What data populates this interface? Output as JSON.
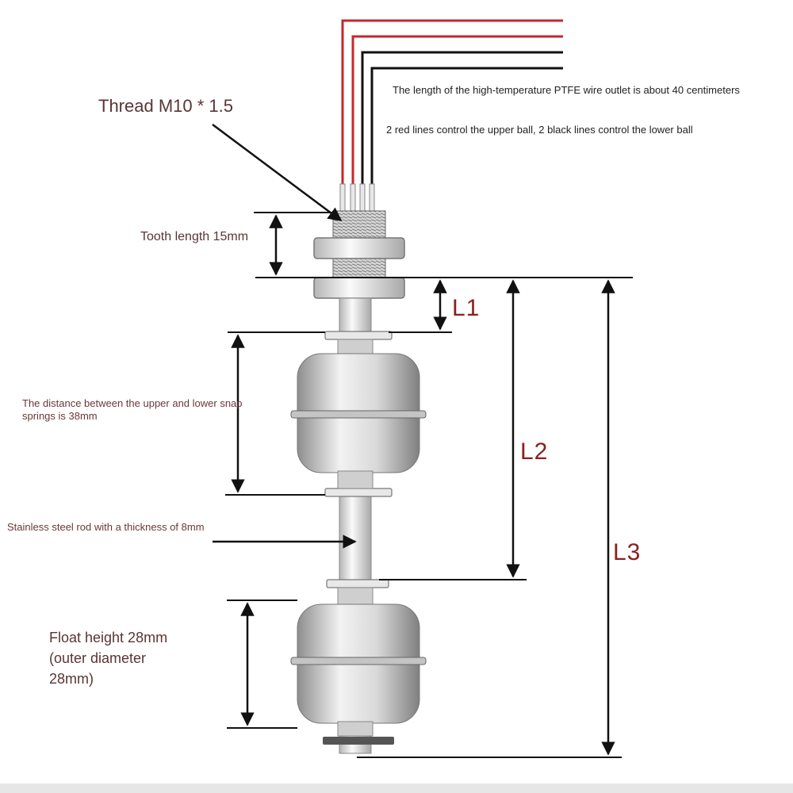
{
  "labels": {
    "thread": "Thread M10 * 1.5",
    "wire_length": "The length of the high-temperature PTFE wire outlet is about 40 centimeters",
    "wire_control": "2 red lines control the upper ball, 2 black lines control the lower ball",
    "tooth_length": "Tooth length 15mm",
    "snap_distance": "The distance between the upper and lower snap springs is 38mm",
    "rod_thickness": "Stainless steel rod with a thickness of 8mm",
    "float_height_line1": "Float height 28mm",
    "float_height_line2": "(outer diameter",
    "float_height_line3": "28mm)"
  },
  "dimensions": {
    "l1": "L1",
    "l2": "L2",
    "l3": "L3"
  },
  "colors": {
    "wire_red": "#c8262a",
    "wire_black": "#111111",
    "dimension_text": "#8a2020",
    "label_text": "#5a3535",
    "metal_light": "#f2f2f2",
    "metal_dark": "#8e8e8e"
  }
}
